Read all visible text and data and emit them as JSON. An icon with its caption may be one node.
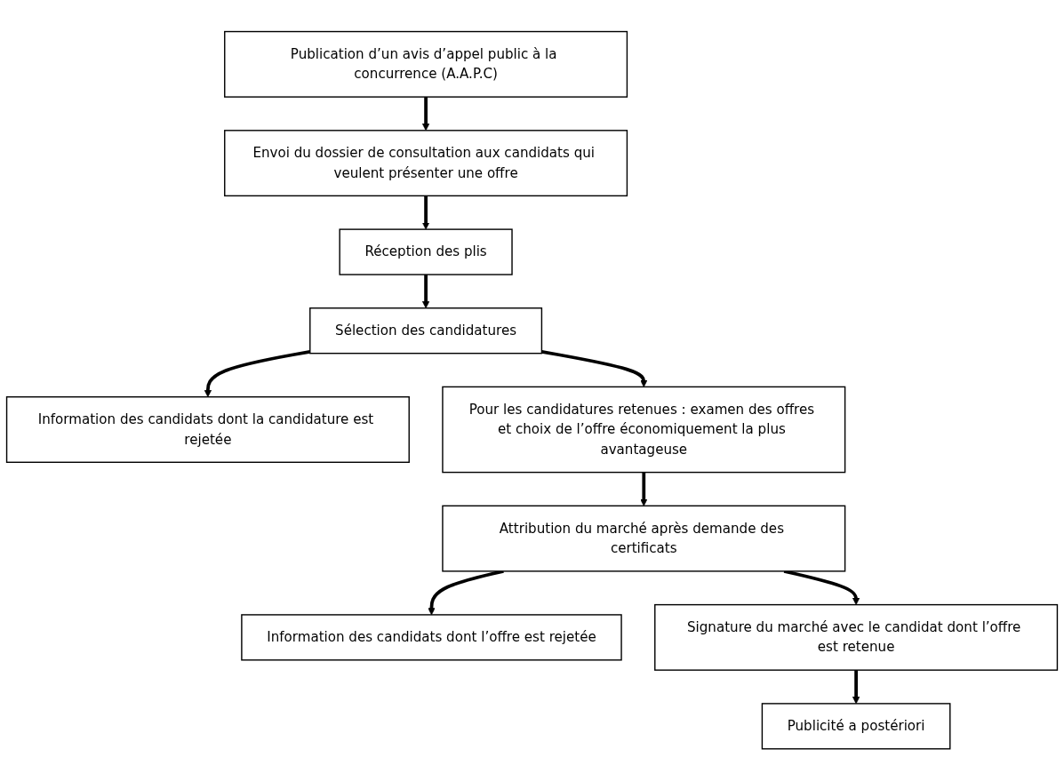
{
  "diagram": {
    "nodes": [
      {
        "text": [
          "Publication d’un avis d’appel public à la concurrence (A.A.P.C)"
        ]
      },
      {
        "text": [
          "Envoi du dossier de consultation aux candidats qui veulent présenter une offre"
        ]
      },
      {
        "text": [
          "Réception des plis"
        ]
      },
      {
        "text": [
          "Sélection des candidatures"
        ]
      },
      {
        "text": [
          "Information des candidats dont la candidature est rejetée"
        ]
      },
      {
        "text": [
          "Pour les candidatures retenues : examen des offres et choix de l’offre économiquement la plus avantageuse"
        ]
      },
      {
        "text": [
          "Information des candidats dont l’offre est rejetée"
        ]
      },
      {
        "text": [
          "Attribution du marché après demande des certificats"
        ]
      },
      {
        "text": [
          "Signature du marché avec le candidat dont l’offre est retenue"
        ]
      },
      {
        "text": [
          "Publicité a postériori"
        ]
      }
    ],
    "edges": [
      {
        "from": 0,
        "to": 1,
        "arrow": "to"
      },
      {
        "from": 1,
        "to": 2,
        "arrow": "to"
      },
      {
        "from": 2,
        "to": 3,
        "arrow": "to"
      },
      {
        "from": 3,
        "to": 4,
        "arrow": "to"
      },
      {
        "from": 3,
        "to": 5,
        "arrow": "to"
      },
      {
        "from": 5,
        "to": 7,
        "arrow": "to"
      },
      {
        "from": 7,
        "to": 6,
        "arrow": "to"
      },
      {
        "from": 7,
        "to": 8,
        "arrow": "to"
      },
      {
        "from": 8,
        "to": 9,
        "arrow": "to"
      }
    ]
  }
}
